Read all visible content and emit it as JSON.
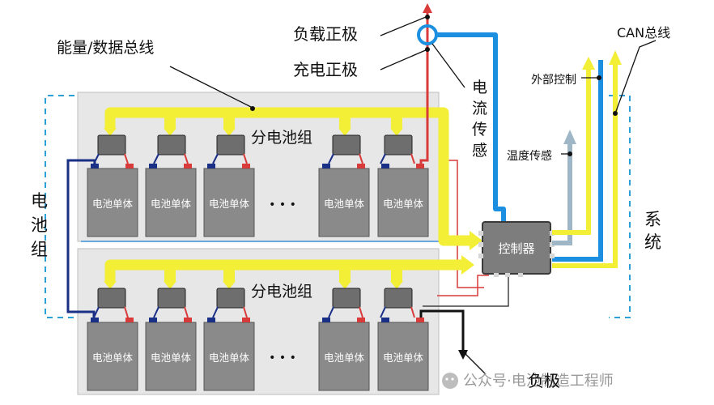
{
  "labels": {
    "bus": "能量/数据总线",
    "load_positive": "负载正极",
    "charge_positive": "充电正极",
    "current_sensor_1": "电",
    "current_sensor_2": "流",
    "current_sensor_3": "传",
    "current_sensor_4": "感",
    "external_control": "外部控制",
    "temperature_sensing": "温度传感",
    "can_bus": "CAN总线",
    "battery_pack_1": "电",
    "battery_pack_2": "池",
    "battery_pack_3": "组",
    "system_1": "系",
    "system_2": "统",
    "controller": "控制器",
    "negative": "负极",
    "module_group_top": "分电池组",
    "module_group_bottom": "分电池组",
    "cell": "电池单体",
    "ellipsis": "• • •",
    "watermark": "公众号·电池制造工程师"
  },
  "colors": {
    "bus_yellow": "#f3ee36",
    "positive_red": "#d93a3a",
    "negative_blue": "#1a2f86",
    "sensor_blue": "#1d8fe0",
    "temp_gray": "#9fb6c6",
    "cell_gray": "#8a8a8a",
    "panel_gray": "#e7e7e7",
    "controller_gray": "#7d7d7d"
  }
}
